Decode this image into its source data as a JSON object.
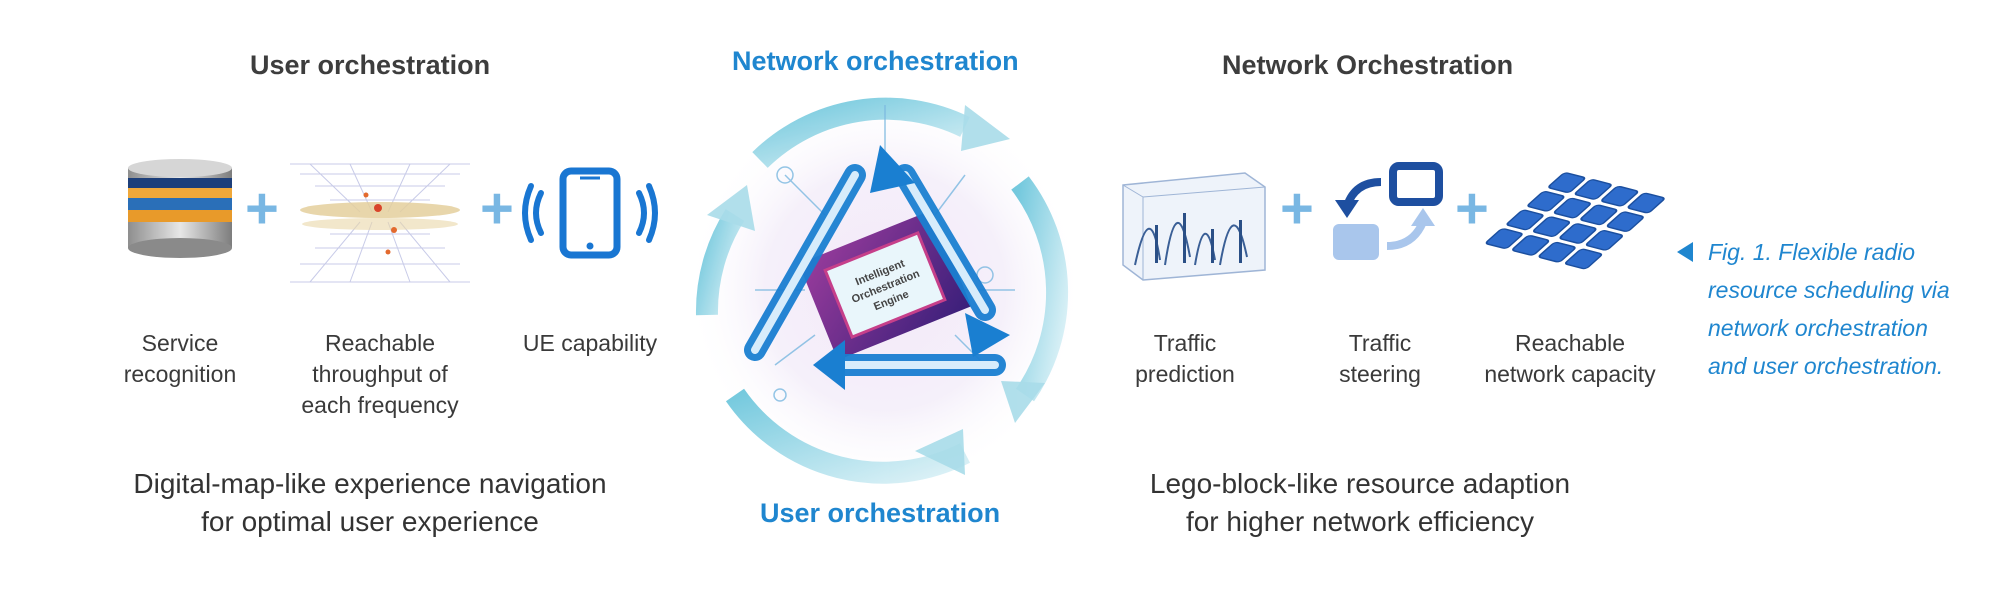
{
  "left": {
    "title": "User orchestration",
    "items": [
      {
        "label_line1": "Service",
        "label_line2": "recognition",
        "icon": "database-stack-icon"
      },
      {
        "label_line1": "Reachable",
        "label_line2": "throughput of",
        "label_line3": "each frequency",
        "icon": "frequency-layers-icon"
      },
      {
        "label_line1": "UE capability",
        "icon": "smartphone-signal-icon"
      }
    ],
    "bottom_line1": "Digital-map-like experience navigation",
    "bottom_line2": "for optimal user experience"
  },
  "center": {
    "top_title": "Network orchestration",
    "bottom_title": "User orchestration",
    "chip_line1": "Intelligent",
    "chip_line2": "Orchestration",
    "chip_line3": "Engine"
  },
  "right": {
    "title": "Network Orchestration",
    "items": [
      {
        "label_line1": "Traffic",
        "label_line2": "prediction",
        "icon": "traffic-chart-icon"
      },
      {
        "label_line1": "Traffic",
        "label_line2": "steering",
        "icon": "steering-arrows-icon"
      },
      {
        "label_line1": "Reachable",
        "label_line2": "network capacity",
        "icon": "block-grid-icon"
      }
    ],
    "bottom_line1": "Lego-block-like resource adaption",
    "bottom_line2": "for higher network efficiency"
  },
  "caption": {
    "line1": "Fig. 1. Flexible radio",
    "line2": "resource scheduling via",
    "line3": "network orchestration",
    "line4": "and user orchestration."
  },
  "plus_sign": "+",
  "colors": {
    "accent_blue": "#1f86cf",
    "plus_blue": "#79b7e3",
    "text_dark": "#3a3a3a"
  }
}
